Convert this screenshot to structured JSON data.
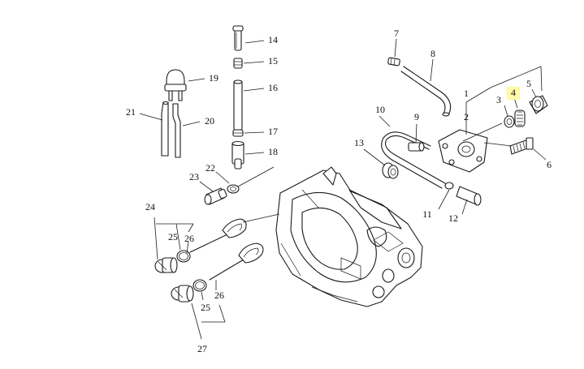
{
  "callouts": {
    "c1": "1",
    "c2": "2",
    "c3": "3",
    "c4": "4",
    "c5": "5",
    "c6": "6",
    "c7": "7",
    "c8": "8",
    "c9": "9",
    "c10": "10",
    "c11": "11",
    "c12": "12",
    "c13": "13",
    "c14": "14",
    "c15": "15",
    "c16": "16",
    "c17": "17",
    "c18": "18",
    "c19": "19",
    "c20": "20",
    "c21": "21",
    "c22": "22",
    "c23": "23",
    "c24": "24",
    "c25a": "25",
    "c26a": "26",
    "c26b": "26",
    "c25b": "25",
    "c27": "27"
  },
  "highlighted_callout": "4",
  "colors": {
    "line": "#1a1a1a",
    "highlight": "#fff9a8",
    "background": "#ffffff"
  }
}
